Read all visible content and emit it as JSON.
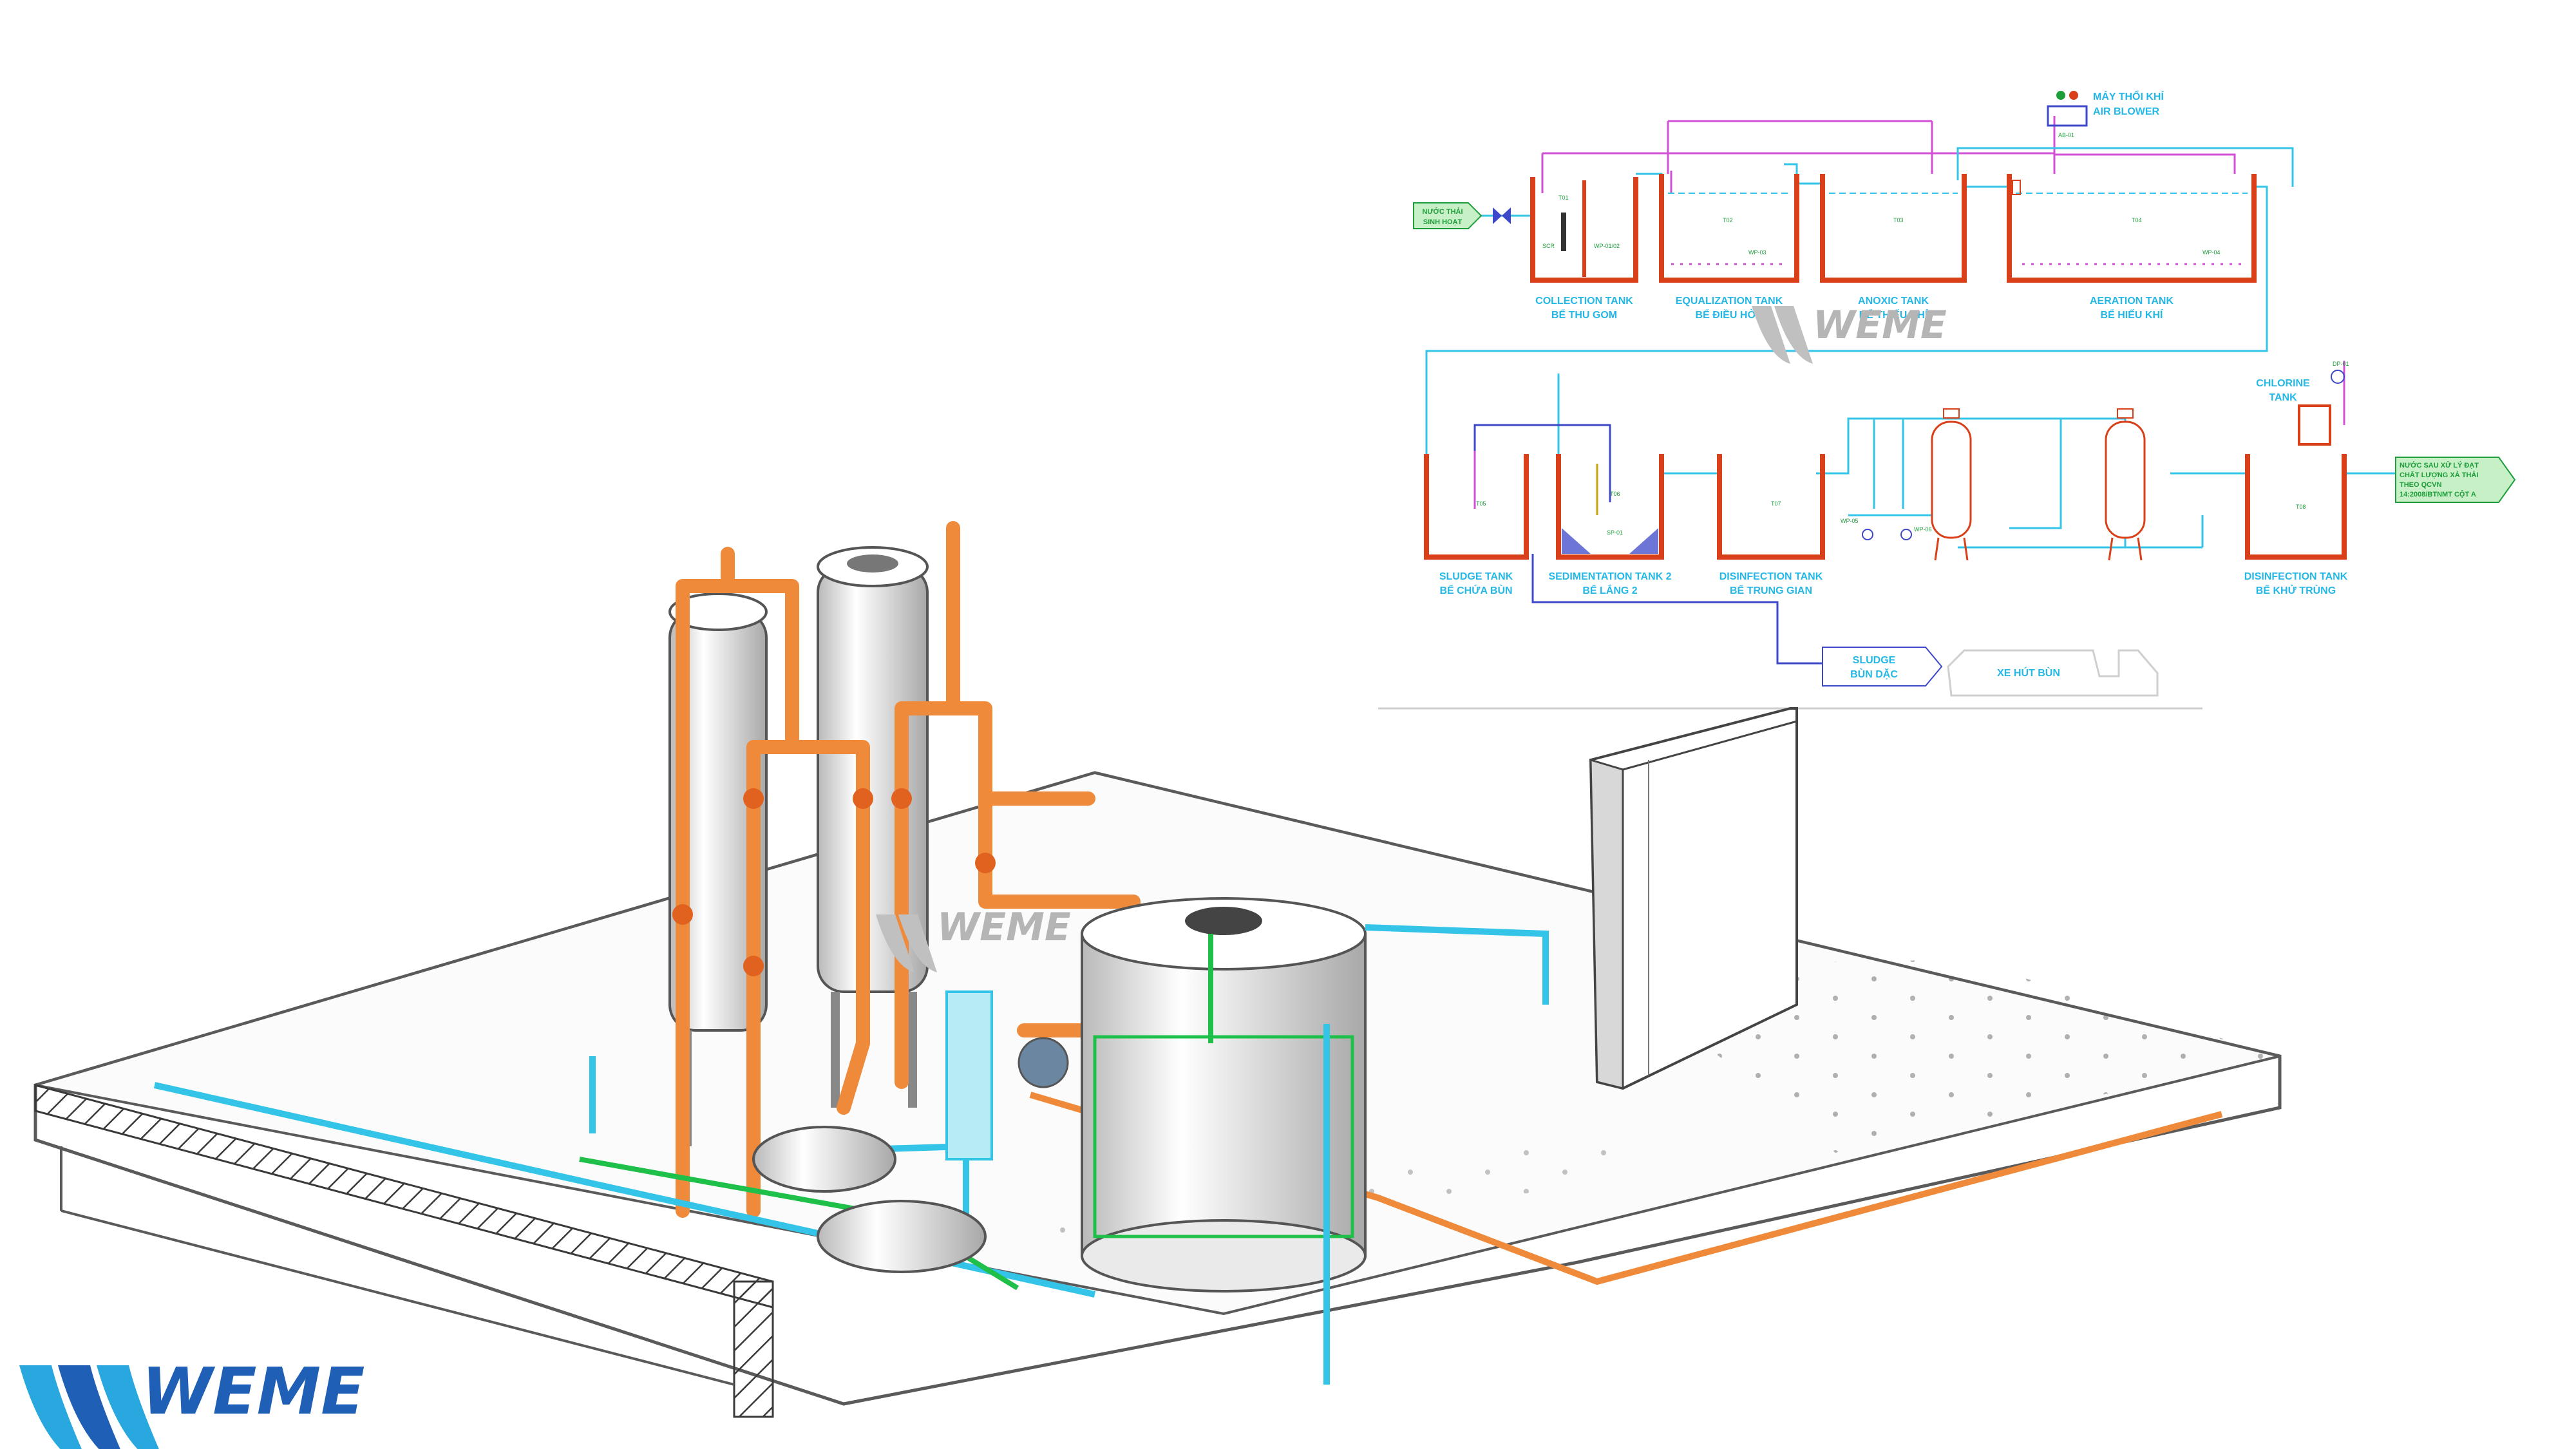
{
  "brand": {
    "name": "WEME",
    "primary_color": "#1f5fb5",
    "accent_color": "#29a8e0"
  },
  "flow_diagram": {
    "air_blower": {
      "label_vi": "MÁY THỔI KHÍ",
      "label_en": "AIR BLOWER",
      "tag": "AB-01"
    },
    "inlet": {
      "label_line1": "NƯỚC THẢI",
      "label_line2": "SINH HOẠT"
    },
    "screen_tag": "SCR",
    "row1_tanks": [
      {
        "name_en": "COLLECTION TANK",
        "name_vi": "BỂ THU GOM",
        "code": "T01",
        "pump": "WP-01/02"
      },
      {
        "name_en": "EQUALIZATION TANK",
        "name_vi": "BỂ ĐIỀU HÒA",
        "code": "T02",
        "pump": "WP-03"
      },
      {
        "name_en": "ANOXIC TANK",
        "name_vi": "BỂ THIẾU KHÍ",
        "code": "T03",
        "pump": ""
      },
      {
        "name_en": "AERATION TANK",
        "name_vi": "BỂ HIẾU KHÍ",
        "code": "T04",
        "pump": "WP-04"
      }
    ],
    "row2_tanks": [
      {
        "name_en": "SLUDGE TANK",
        "name_vi": "BỂ CHỨA BÙN",
        "code": "T05",
        "pump": ""
      },
      {
        "name_en": "SEDIMENTATION TANK 2",
        "name_vi": "BỂ LẮNG 2",
        "code": "T06",
        "pump": "SP-01"
      },
      {
        "name_en": "DISINFECTION TANK",
        "name_vi": "BỂ TRUNG GIAN",
        "code": "T07",
        "pump": "WP-05"
      },
      {
        "name_en": "DISINFECTION TANK",
        "name_vi": "BỂ KHỬ TRÙNG",
        "code": "T08",
        "pump": ""
      }
    ],
    "filter_pump_tags": [
      "WP-05",
      "WP-06"
    ],
    "chlorine_tank": {
      "label_line1": "CHLORINE",
      "label_line2": "TANK",
      "tag": "DP-01"
    },
    "outlet": {
      "line1": "NƯỚC SAU XỬ LÝ ĐẠT",
      "line2": "CHẤT LƯỢNG XẢ THẢI",
      "line3": "THEO QCVN",
      "line4": "14:2008/BTNMT CỘT A"
    },
    "sludge_out": {
      "line1": "SLUDGE",
      "line2": "BÙN DẶC"
    },
    "sludge_truck": {
      "label": "XE HÚT BÙN"
    }
  },
  "colors": {
    "tank_wall": "#d9401a",
    "water": "#33c4e8",
    "air": "#d24fd6",
    "sludge": "#3c48c8",
    "chemical": "#c9a400",
    "model_pipe": "#ef8a3a",
    "model_line": "#5a5a5a",
    "inlet_fill": "#c7f0c7"
  }
}
